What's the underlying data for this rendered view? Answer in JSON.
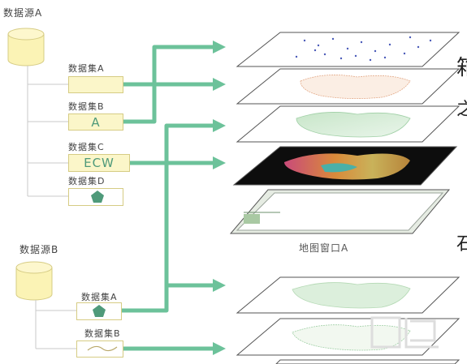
{
  "source_a": {
    "title": "数据源A",
    "datasets": [
      {
        "label": "数据集A",
        "content": "",
        "kind": "line"
      },
      {
        "label": "数据集B",
        "content": "A",
        "kind": "text"
      },
      {
        "label": "数据集C",
        "content": "ECW",
        "kind": "text"
      },
      {
        "label": "数据集D",
        "content": "",
        "kind": "polygon"
      }
    ]
  },
  "source_b": {
    "title": "数据源B",
    "datasets": [
      {
        "label": "数据集A",
        "content": "",
        "kind": "polygon"
      },
      {
        "label": "数据集B",
        "content": "",
        "kind": "line"
      }
    ]
  },
  "map_window": {
    "caption": "地图窗口A"
  },
  "fragments": {
    "top_right": "箱",
    "mid_right": "之",
    "lower_right": "石"
  },
  "colors": {
    "arrow": "#6cc29a",
    "box_fill": "#fbf6c9",
    "cylinder_fill": "#fbf3b5",
    "tree_line": "#c9c9c9",
    "layer_border": "#555555"
  },
  "icons": {
    "database": "cylinder-icon",
    "line_dataset": "wavy-line-icon",
    "polygon_dataset": "pentagon-icon"
  }
}
